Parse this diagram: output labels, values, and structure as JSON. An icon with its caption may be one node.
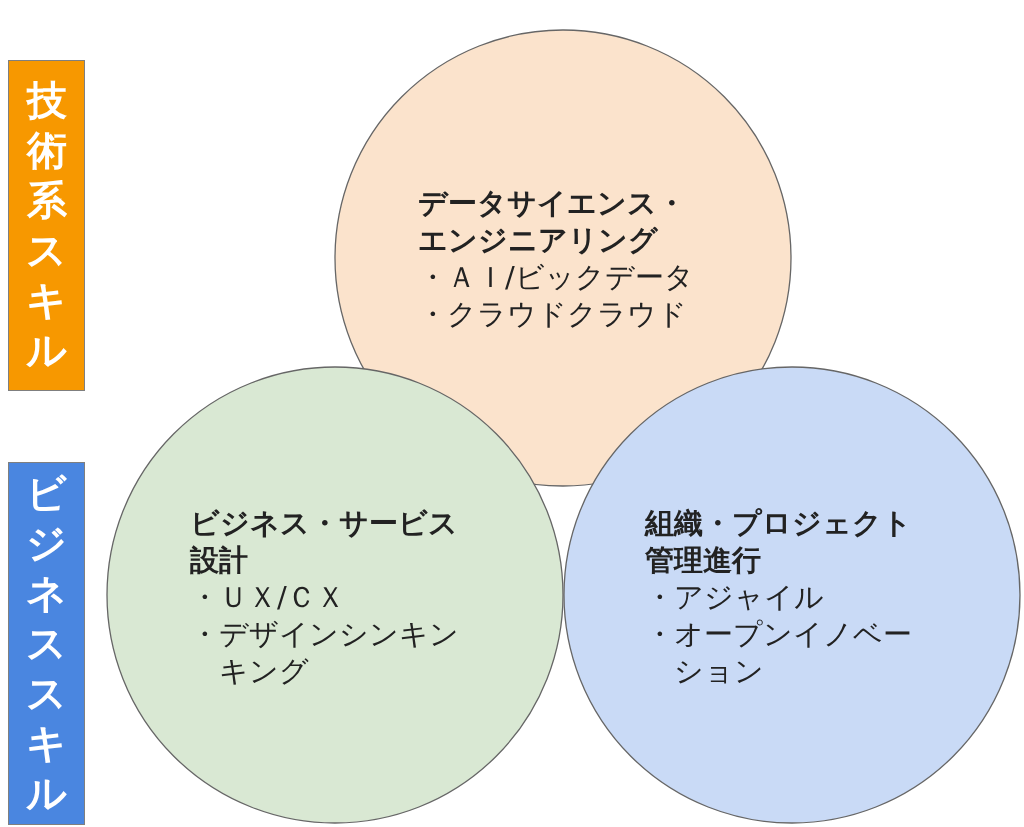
{
  "diagram": {
    "nodes": [
      {
        "text": [
          "技術系スキル"
        ]
      },
      {
        "text": [
          "ビジネススキル"
        ]
      },
      {
        "text": [
          "データサイエンス・エンジニアリング",
          "・ＡＩ/ビックデータ",
          "・クラウドクラウド"
        ]
      },
      {
        "text": [
          "ビジネス・サービス設計",
          "・ＵＸ/ＣＸ",
          "・デザインシンキンキング"
        ]
      },
      {
        "text": [
          "組織・プロジェクト管理進行",
          "・アジャイル",
          "・オープンイノベーション"
        ]
      }
    ]
  }
}
